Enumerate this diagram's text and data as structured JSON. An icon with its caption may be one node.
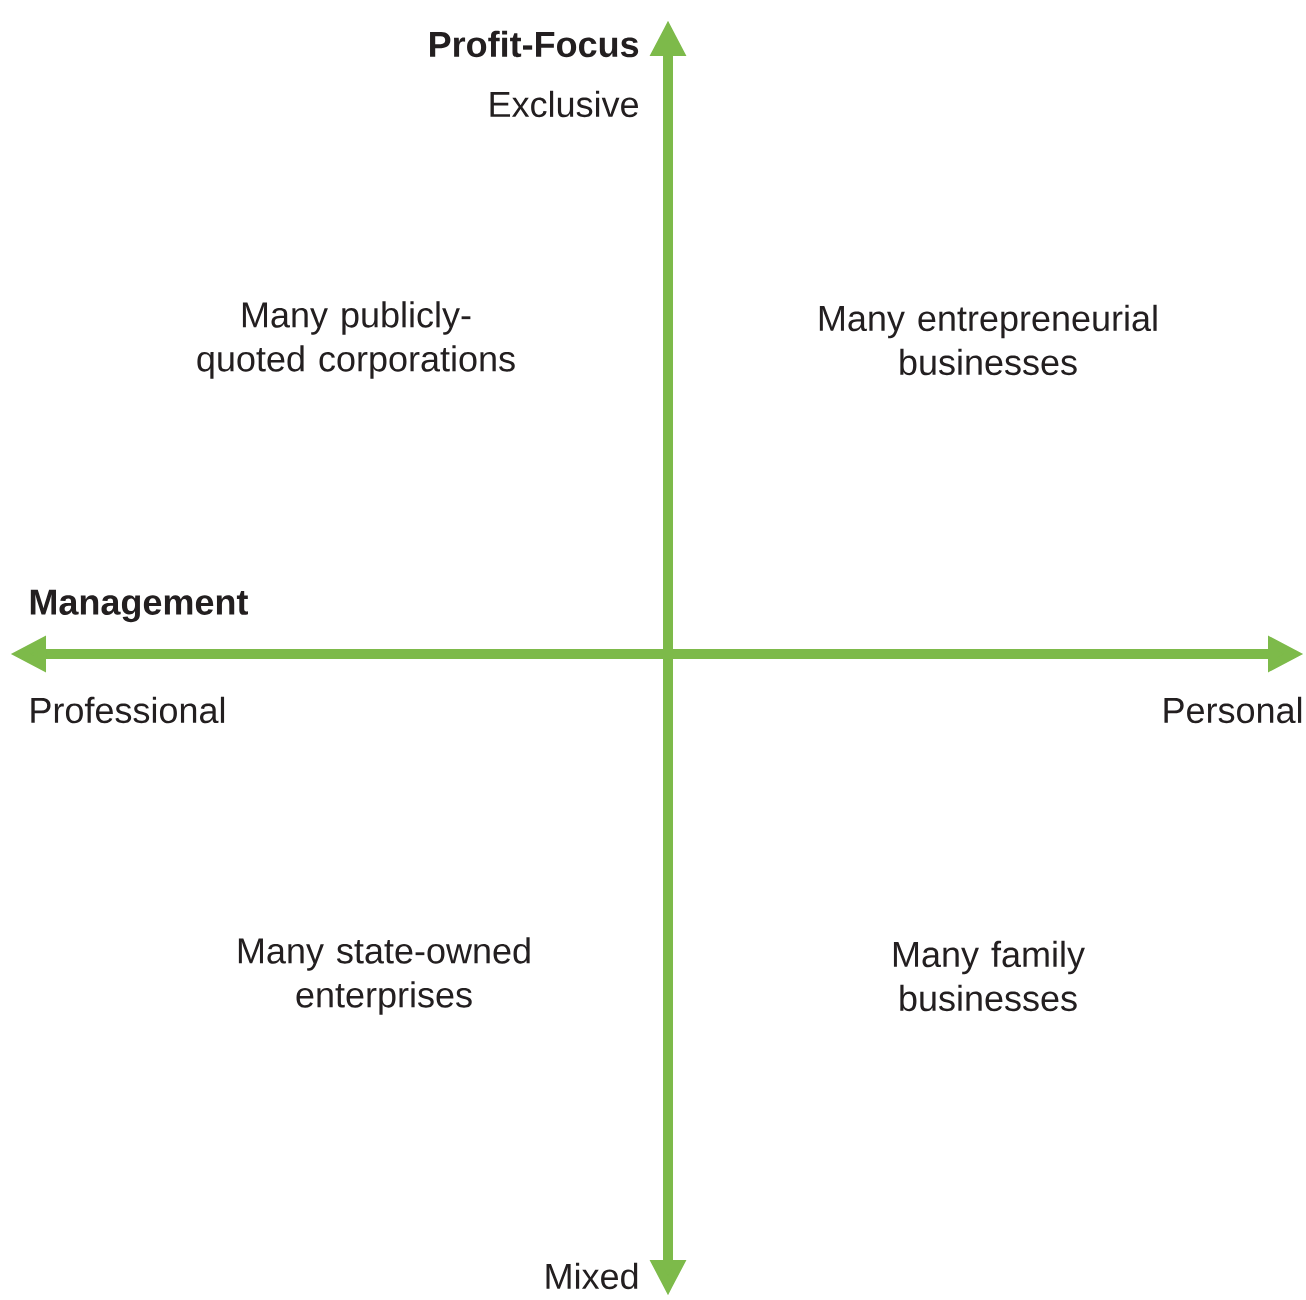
{
  "diagram": {
    "labels": [
      "Profit-Focus",
      "Exclusive",
      "Many publicly-quoted corporations",
      "Many entrepreneurial businesses",
      "Management",
      "Professional",
      "Personal",
      "Many state-owned enterprises",
      "Many family businesses",
      "Mixed"
    ]
  }
}
